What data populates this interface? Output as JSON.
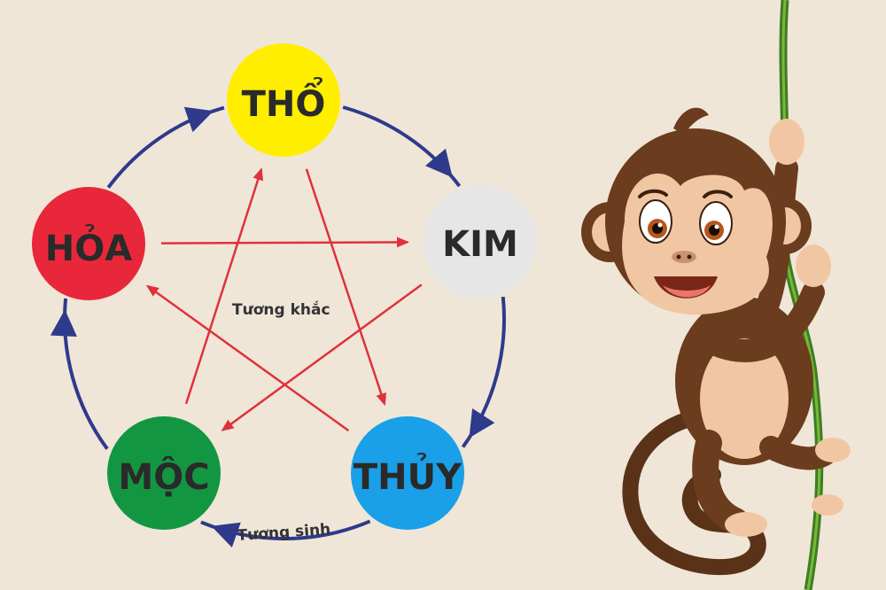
{
  "diagram": {
    "nodes": [
      {
        "id": "tho",
        "label": "THỔ",
        "color": "#ffee00"
      },
      {
        "id": "kim",
        "label": "KIM",
        "color": "#e6e6e6"
      },
      {
        "id": "thuy",
        "label": "THỦY",
        "color": "#1aa0e8"
      },
      {
        "id": "moc",
        "label": "MỘC",
        "color": "#139641"
      },
      {
        "id": "hoa",
        "label": "HỎA",
        "color": "#e8283a"
      }
    ],
    "generating_cycle": {
      "label": "Tương sinh",
      "color": "#2e3a8c"
    },
    "overcoming_cycle": {
      "label": "Tương khắc",
      "color": "#e0313a"
    }
  },
  "illustration": {
    "name": "monkey-on-vine"
  }
}
